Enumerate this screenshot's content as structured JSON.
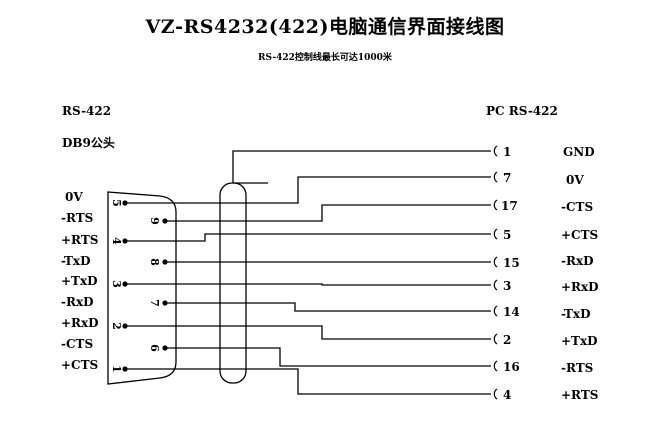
{
  "diagram": {
    "title": "VZ-RS4232(422)电脑通信界面接线图",
    "subtitle": "RS-422控制线最长可达1000米",
    "left_header": "RS-422",
    "left_subheader": "DB9公头",
    "right_header": "PC RS-422",
    "left_signals": [
      "0V",
      "-RTS",
      "+RTS",
      "-TxD",
      "+TxD",
      "-RxD",
      "+RxD",
      "-CTS",
      "+CTS"
    ],
    "db9_pins": [
      "5",
      "9",
      "4",
      "8",
      "3",
      "7",
      "2",
      "6",
      "1"
    ],
    "right_pins": [
      "1",
      "7",
      "17",
      "5",
      "15",
      "3",
      "14",
      "2",
      "16",
      "4"
    ],
    "right_signals": [
      "GND",
      "0V",
      "-CTS",
      "+CTS",
      "-RxD",
      "+RxD",
      "-TxD",
      "+TxD",
      "-RTS",
      "+RTS"
    ]
  }
}
